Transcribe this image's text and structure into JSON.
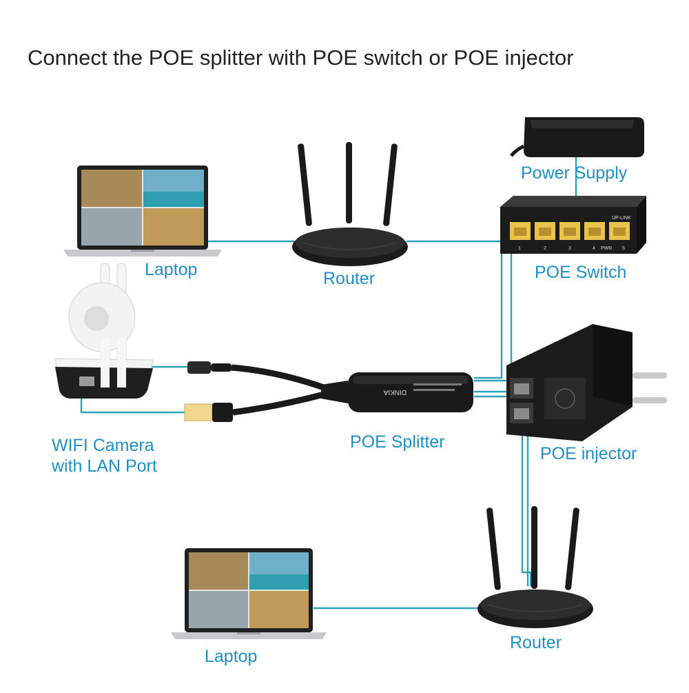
{
  "title": "Connect the POE splitter with POE switch or POE injector",
  "colors": {
    "label": "#1f8fc8",
    "cable": "#2aa3b8",
    "device_dark": "#1c1c1c",
    "port_yellow": "#e8c44a"
  },
  "labels": {
    "power_supply": "Power Supply",
    "poe_switch": "POE Switch",
    "laptop_top": "Laptop",
    "router_top": "Router",
    "camera_line1": "WIFI Camera",
    "camera_line2": "with LAN Port",
    "poe_splitter": "POE Splitter",
    "poe_injector": "POE injector",
    "laptop_bottom": "Laptop",
    "router_bottom": "Router"
  },
  "device_text": {
    "switch_uplink": "UP-LINK",
    "switch_ports": [
      "1",
      "2",
      "3",
      "4",
      "PWR",
      "5"
    ],
    "splitter_brand": "DINKIA"
  },
  "icons": [
    "laptop-icon",
    "router-icon",
    "power-supply-icon",
    "poe-switch-icon",
    "camera-icon",
    "poe-splitter-icon",
    "poe-injector-icon"
  ]
}
